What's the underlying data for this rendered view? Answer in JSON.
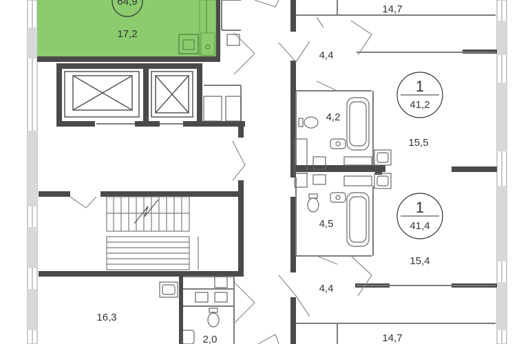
{
  "colors": {
    "wall": "#4a4a4a",
    "thin": "#7a7a7a",
    "highlight": "#8ccc6f",
    "highlight_stroke": "#5ea046",
    "text": "#333333",
    "window": "#bdbdbd"
  },
  "highlighted_apartment": {
    "area": "64,9",
    "room_area": "17,2"
  },
  "apartments": [
    {
      "rooms": "1",
      "area": "41,2"
    },
    {
      "rooms": "1",
      "area": "41,4"
    }
  ],
  "room_areas": {
    "top_right": "14,7",
    "hall_upper": "4,4",
    "bath_upper": "4,2",
    "room_upper": "15,5",
    "bath_lower": "4,5",
    "room_lower": "15,4",
    "hall_lower": "4,4",
    "bottom_right": "14,7",
    "bottom_left": "16,3",
    "bath_bottom_left": "2,0"
  }
}
